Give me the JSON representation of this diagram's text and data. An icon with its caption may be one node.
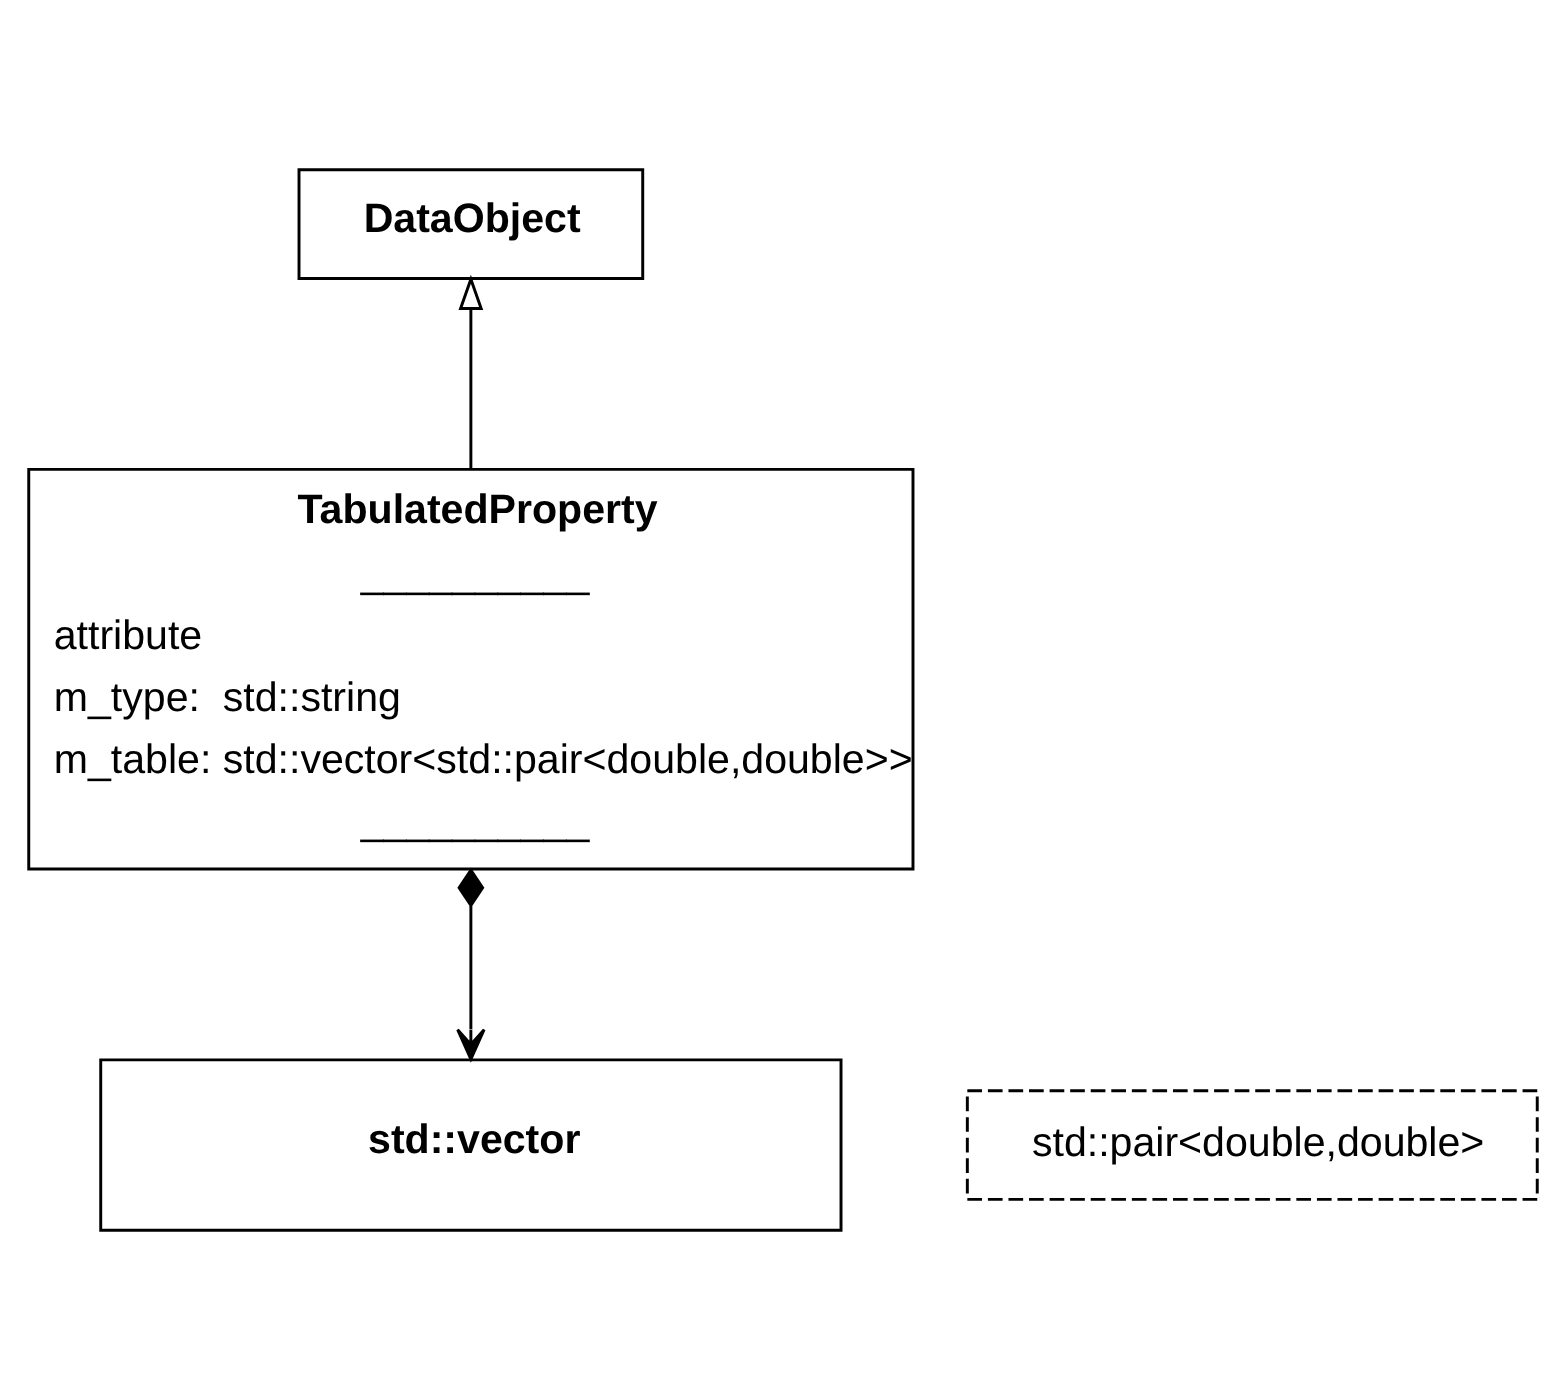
{
  "diagram": {
    "nodes": [
      {
        "text": [
          "DataObject"
        ]
      },
      {
        "text": [
          "TabulatedProperty",
          "__________",
          "attribute",
          "m_type:  std::string",
          "m_table: std::vector<std::pair<double,double>>",
          "__________"
        ]
      },
      {
        "text": [
          "std::vector"
        ]
      },
      {
        "text": [
          "std::pair<double,double>"
        ]
      }
    ],
    "edges": [
      {
        "from": 1,
        "to": 0,
        "arrow": "to"
      },
      {
        "from": 1,
        "to": 2,
        "arrow": "to"
      }
    ]
  }
}
